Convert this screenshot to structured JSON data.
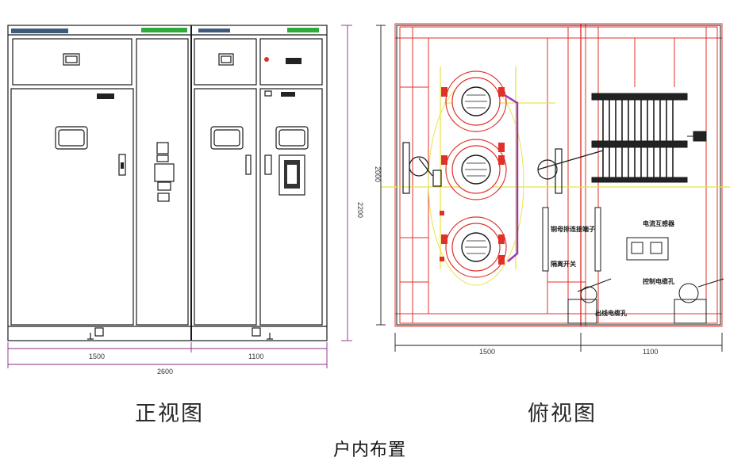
{
  "front_view": {
    "caption": "正视图",
    "dim_left_width": "1500",
    "dim_right_width": "1100",
    "dim_total_width": "2600",
    "dim_height": "2200"
  },
  "top_view": {
    "caption": "俯视图",
    "dim_left_width": "1500",
    "dim_right_width": "1100",
    "dim_depth": "2000",
    "labels": {
      "current_transformer": "电流互感器",
      "control_cable": "控制电缆孔",
      "cable_outlet": "出线电缆孔",
      "main_switch": "隔离开关",
      "busbar_holder": "铜母排连接端子"
    }
  },
  "title": "户内布置",
  "colors": {
    "outline": "#1a1a1a",
    "drawing_red": "#e0302a",
    "dimension": "#8a2a8a",
    "highlight_green": "#2faa3a",
    "yellow": "#e8e34a",
    "purple": "#9a3ab8"
  }
}
